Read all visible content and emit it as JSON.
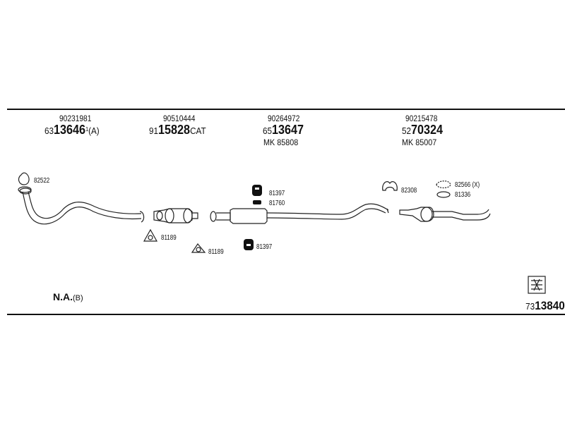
{
  "columns": [
    {
      "number": "90231981",
      "code_prefix": "63",
      "code_main": "13646",
      "code_sup": "1",
      "code_suffix": "(A)",
      "mk": ""
    },
    {
      "number": "90510444",
      "code_prefix": "91",
      "code_main": "15828",
      "code_sup": "",
      "code_suffix": "CAT",
      "mk": ""
    },
    {
      "number": "90264972",
      "code_prefix": "65",
      "code_main": "13647",
      "code_sup": "",
      "code_suffix": "",
      "mk": "MK 85808"
    },
    {
      "number": "90215478",
      "code_prefix": "52",
      "code_main": "70324",
      "code_sup": "",
      "code_suffix": "",
      "mk": "MK 85007"
    }
  ],
  "parts": {
    "gasket_82522": "82522",
    "clamp_81189_a": "81189",
    "clamp_81189_b": "81189",
    "bracket_81397_top": "81397",
    "bracket_81760": "81760",
    "bracket_81397_bottom": "81397",
    "clamp_82308": "82308",
    "bracket_82566": "82566 (X)",
    "bracket_81336": "81336"
  },
  "note": {
    "bold": "N.A.",
    "suffix": "(B)"
  },
  "reference": {
    "prefix": "73",
    "main": "13840"
  },
  "icons": [
    "pipe-icon",
    "catalytic-converter-icon",
    "middle-muffler-icon",
    "rear-muffler-icon",
    "gasket-icon",
    "clamp-icon",
    "rubber-hanger-icon",
    "book-icon"
  ]
}
